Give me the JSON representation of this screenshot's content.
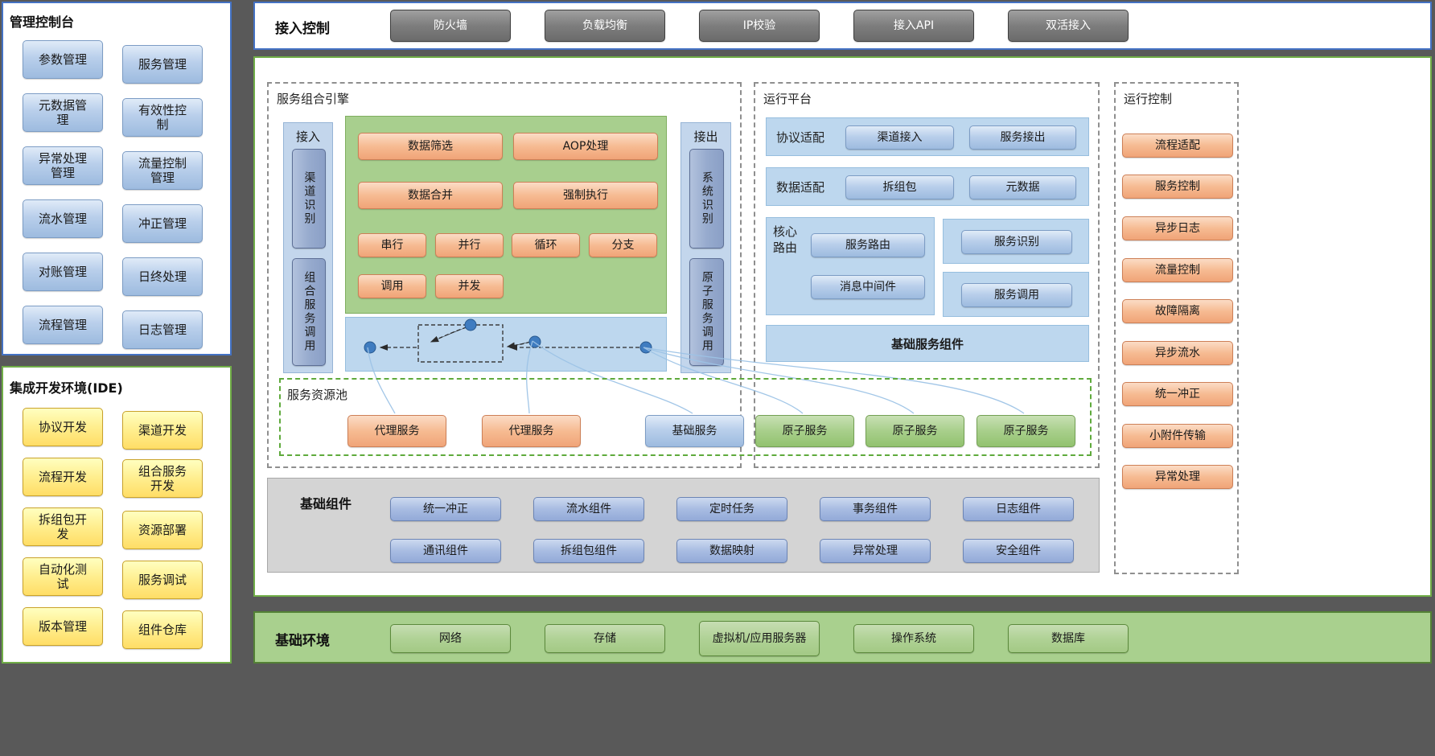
{
  "console": {
    "title": "管理控制台",
    "items": [
      "参数管理",
      "服务管理",
      "元数据管理",
      "有效性控制",
      "异常处理管理",
      "流量控制管理",
      "流水管理",
      "冲正管理",
      "对账管理",
      "日终处理",
      "流程管理",
      "日志管理"
    ]
  },
  "ide": {
    "title": "集成开发环境(IDE)",
    "items": [
      "协议开发",
      "渠道开发",
      "流程开发",
      "组合服务开发",
      "拆组包开发",
      "资源部署",
      "自动化测试",
      "服务调试",
      "版本管理",
      "组件仓库"
    ]
  },
  "access": {
    "title": "接入控制",
    "items": [
      "防火墙",
      "负载均衡",
      "IP校验",
      "接入API",
      "双活接入"
    ]
  },
  "engine": {
    "title": "服务组合引擎",
    "in_label": "接入",
    "in_items": [
      "渠道识别",
      "组合服务调用"
    ],
    "out_label": "接出",
    "out_items": [
      "系统识别",
      "原子服务调用"
    ],
    "ops_large": [
      "数据筛选",
      "AOP处理",
      "数据合并",
      "强制执行"
    ],
    "ops_small": [
      "串行",
      "并行",
      "循环",
      "分支",
      "调用",
      "并发"
    ]
  },
  "platform": {
    "title": "运行平台",
    "protocol_label": "协议适配",
    "protocol_items": [
      "渠道接入",
      "服务接出"
    ],
    "data_label": "数据适配",
    "data_items": [
      "拆组包",
      "元数据"
    ],
    "core_label": "核心路由",
    "core_items": [
      "服务路由",
      "消息中间件"
    ],
    "side_items": [
      "服务识别",
      "服务调用"
    ],
    "base_bar": "基础服务组件"
  },
  "pool": {
    "title": "服务资源池",
    "items": [
      {
        "label": "代理服务",
        "type": "orange"
      },
      {
        "label": "代理服务",
        "type": "orange"
      },
      {
        "label": "基础服务",
        "type": "blue"
      },
      {
        "label": "原子服务",
        "type": "green"
      },
      {
        "label": "原子服务",
        "type": "green"
      },
      {
        "label": "原子服务",
        "type": "green"
      }
    ]
  },
  "control": {
    "title": "运行控制",
    "items": [
      "流程适配",
      "服务控制",
      "异步日志",
      "流量控制",
      "故障隔离",
      "异步流水",
      "统一冲正",
      "小附件传输",
      "异常处理"
    ]
  },
  "components": {
    "title": "基础组件",
    "row1": [
      "统一冲正",
      "流水组件",
      "定时任务",
      "事务组件",
      "日志组件"
    ],
    "row2": [
      "通讯组件",
      "拆组包组件",
      "数据映射",
      "异常处理",
      "安全组件"
    ]
  },
  "environment": {
    "title": "基础环境",
    "items": [
      "网络",
      "存储",
      "虚拟机/应用服务器",
      "操作系统",
      "数据库"
    ]
  },
  "colors": {
    "background": "#595959",
    "panel_border_blue": "#4472c4",
    "panel_border_green": "#70ad47",
    "button_blue": "#b4c7e7",
    "button_orange": "#f4b183",
    "button_yellow": "#ffe699",
    "button_green": "#a9d08e",
    "button_gray": "#808080",
    "env_bar_green": "#a9d08e",
    "connector_blue": "#9dc3e6"
  }
}
